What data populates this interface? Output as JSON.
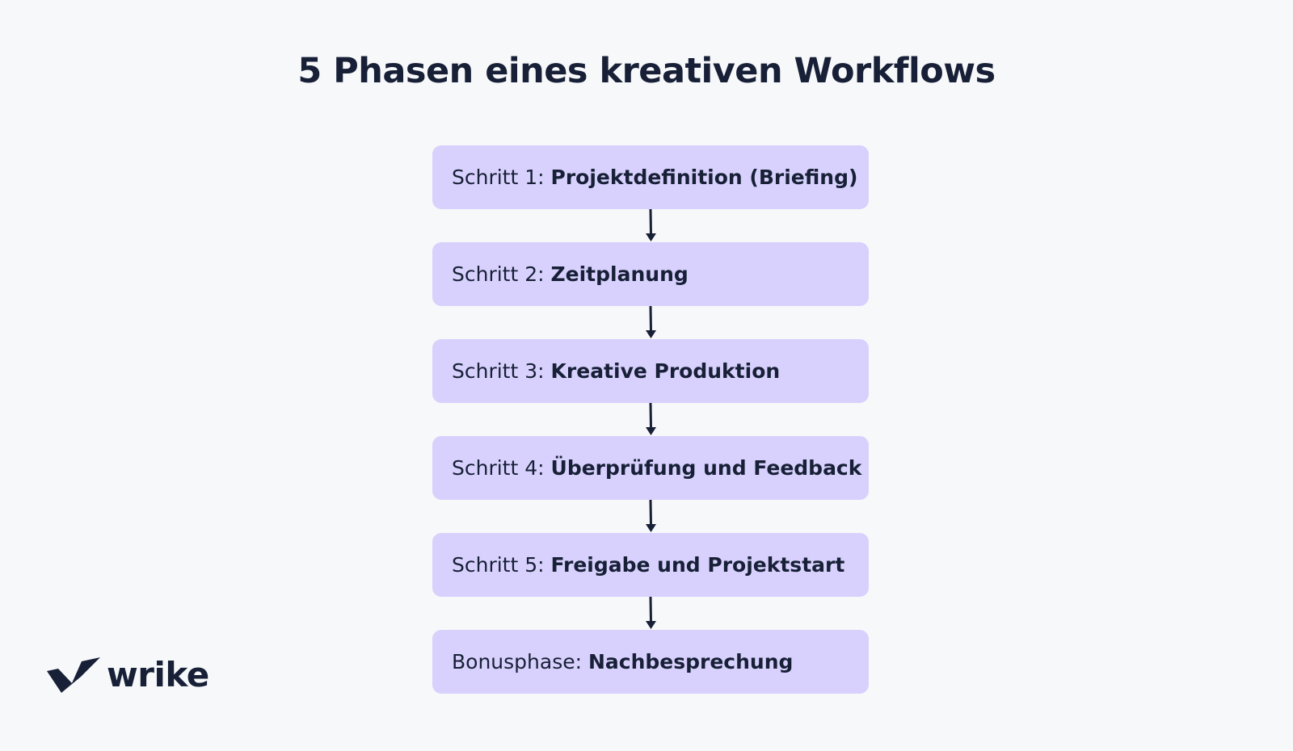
{
  "title": "5 Phasen eines kreativen Workflows",
  "steps": [
    {
      "prefix": "Schritt 1:",
      "name": "Projektdefinition (Briefing)"
    },
    {
      "prefix": "Schritt 2:",
      "name": "Zeitplanung"
    },
    {
      "prefix": "Schritt 3:",
      "name": "Kreative Produktion"
    },
    {
      "prefix": "Schritt 4:",
      "name": "Überprüfung und Feedback"
    },
    {
      "prefix": "Schritt 5:",
      "name": "Freigabe und Projektstart"
    },
    {
      "prefix": "Bonusphase:",
      "name": "Nachbesprechung"
    }
  ],
  "logo": {
    "text": "wrike",
    "icon": "wrike-checkmark-icon"
  },
  "colors": {
    "background": "#f7f8fa",
    "box_fill": "#d8d1fd",
    "text": "#172036",
    "arrow": "#172036"
  }
}
